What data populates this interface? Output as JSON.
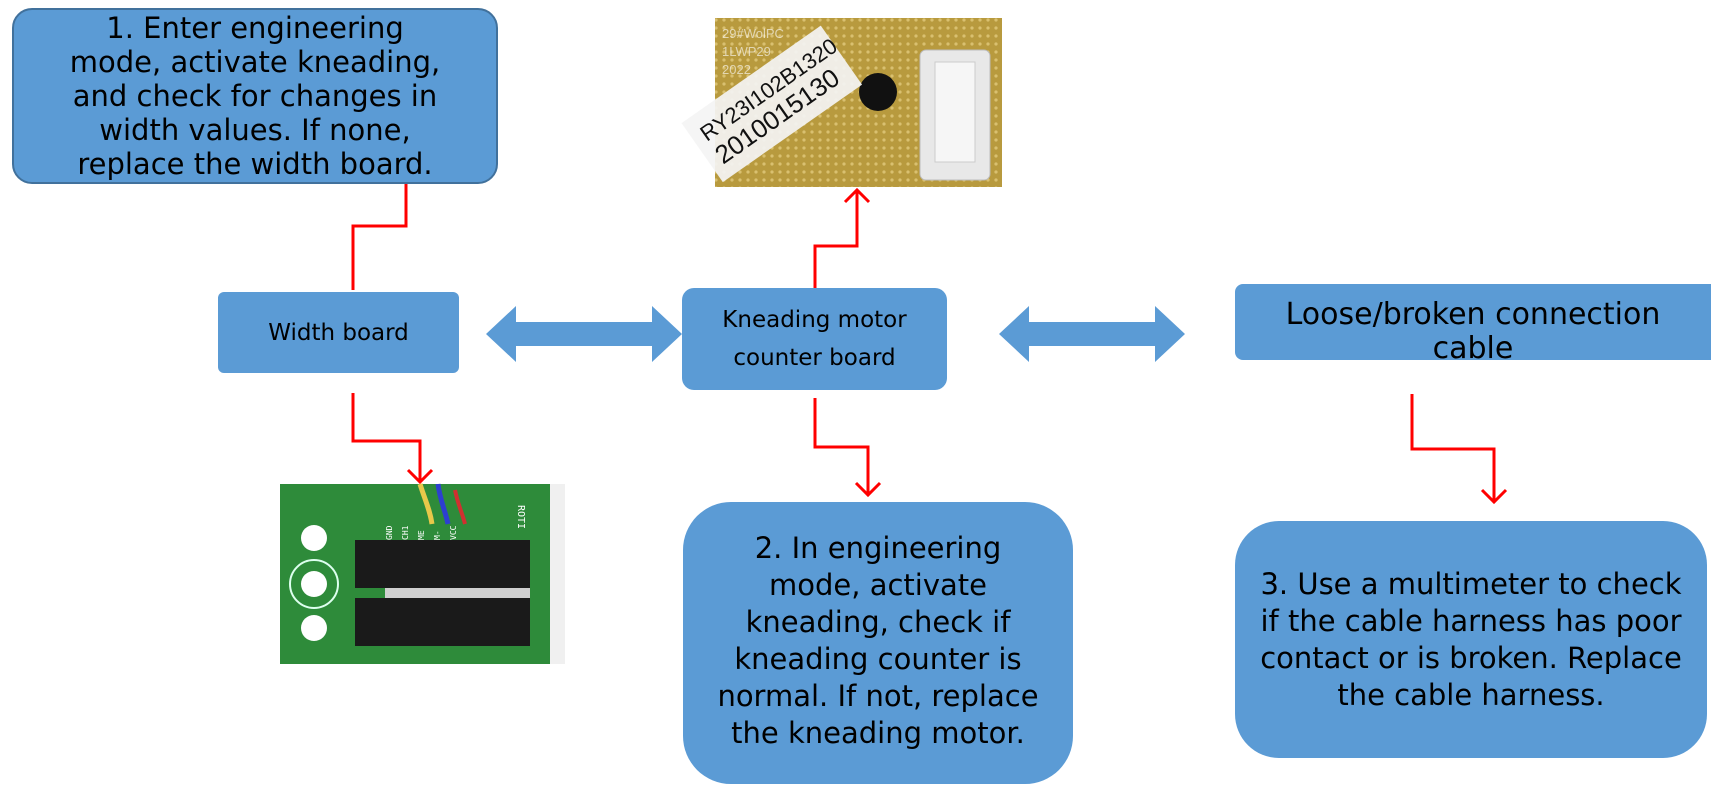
{
  "colors": {
    "box_fill": "#5b9bd5",
    "box_border": "#41719c",
    "arrow_red": "#ff0000",
    "double_arrow": "#5b9bd5",
    "pcb_yellow": "#c8a84a",
    "pcb_green": "#2e8b3a"
  },
  "steps": {
    "step1": "1. Enter engineering mode, activate kneading, and check for changes in width values. If none, replace the width board.",
    "step2": "2. In engineering mode, activate kneading, check if kneading counter is normal. If not, replace the kneading motor.",
    "step3": "3. Use a multimeter to check if the cable harness has poor contact or is broken. Replace the cable harness."
  },
  "nodes": {
    "width_board": "Width board",
    "kneading_counter": "Kneading motor counter board",
    "loose_cable": "Loose/broken connection cable"
  },
  "photos": {
    "top_board": {
      "label_line1": "RY23I102B1320",
      "label_line2": "2010015130",
      "faint_lines": [
        "29#WolPC",
        "1LWP29",
        "2022"
      ]
    },
    "bottom_board": {
      "pins": [
        "GND",
        "CH1",
        "ME",
        "M-",
        "VCC"
      ],
      "side_text": "ROTI"
    }
  }
}
